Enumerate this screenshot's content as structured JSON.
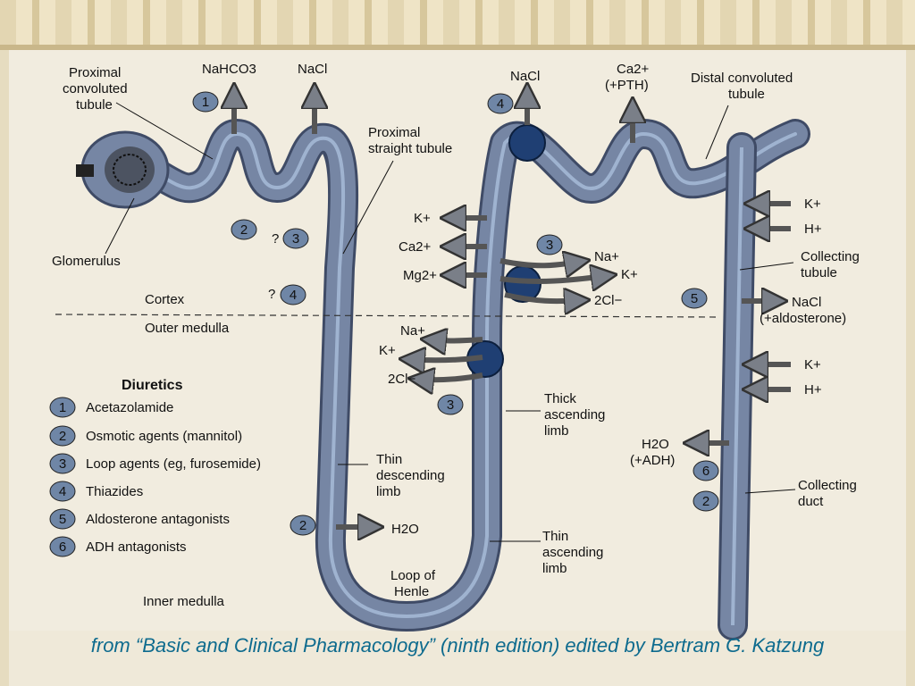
{
  "labels": {
    "proximal_convoluted": [
      "Proximal",
      "convoluted",
      "tubule"
    ],
    "glomerulus": "Glomerulus",
    "nahco3": "NaHCO3",
    "nacl_top1": "NaCl",
    "proximal_straight": [
      "Proximal",
      "straight tubule"
    ],
    "nacl_top2": "NaCl",
    "ca_pth": [
      "Ca2+",
      "(+PTH)"
    ],
    "distal_convoluted": [
      "Distal convoluted",
      "tubule"
    ],
    "cortex": "Cortex",
    "outer_medulla": "Outer medulla",
    "inner_medulla": "Inner medulla",
    "k_plus": "K+",
    "ca_plus": "Ca2+",
    "mg_plus": "Mg2+",
    "na_plus": "Na+",
    "cl2": "2Cl−",
    "k_right1": "K+",
    "h_right1": "H+",
    "collecting_tubule": [
      "Collecting",
      "tubule"
    ],
    "nacl_aldo": [
      "NaCl",
      "(+aldosterone)"
    ],
    "k_right2": "K+",
    "h_right2": "H+",
    "thick_ascending": [
      "Thick",
      "ascending",
      "limb"
    ],
    "h2o_adh": [
      "H2O",
      "(+ADH)"
    ],
    "collecting_duct": [
      "Collecting",
      "duct"
    ],
    "thin_descending": [
      "Thin",
      "descending",
      "limb"
    ],
    "h2o_left": "H2O",
    "thin_ascending": [
      "Thin",
      "ascending",
      "limb"
    ],
    "loop_henle": [
      "Loop of",
      "Henle"
    ],
    "question": "?"
  },
  "legend": {
    "title": "Diuretics",
    "items": [
      {
        "n": "1",
        "label": "Acetazolamide"
      },
      {
        "n": "2",
        "label": "Osmotic agents (mannitol)"
      },
      {
        "n": "3",
        "label": "Loop agents (eg, furosemide)"
      },
      {
        "n": "4",
        "label": "Thiazides"
      },
      {
        "n": "5",
        "label": "Aldosterone antagonists"
      },
      {
        "n": "6",
        "label": "ADH antagonists"
      }
    ]
  },
  "markers": {
    "m1": "1",
    "m2a": "2",
    "m3a": "3",
    "m4a": "4",
    "m4b": "4",
    "m3b": "3",
    "m3c": "3",
    "m5": "5",
    "m6": "6",
    "m2b": "2",
    "m2c": "2"
  },
  "caption": "from “Basic and Clinical Pharmacology” (ninth edition) edited by Bertram G. Katzung",
  "colors": {
    "tubule": "#6f7f9c",
    "tubule_edge": "#3f4b66",
    "transporter": "#1f3f73",
    "marker": "#6f86a6",
    "caption": "#0e6b8e"
  }
}
